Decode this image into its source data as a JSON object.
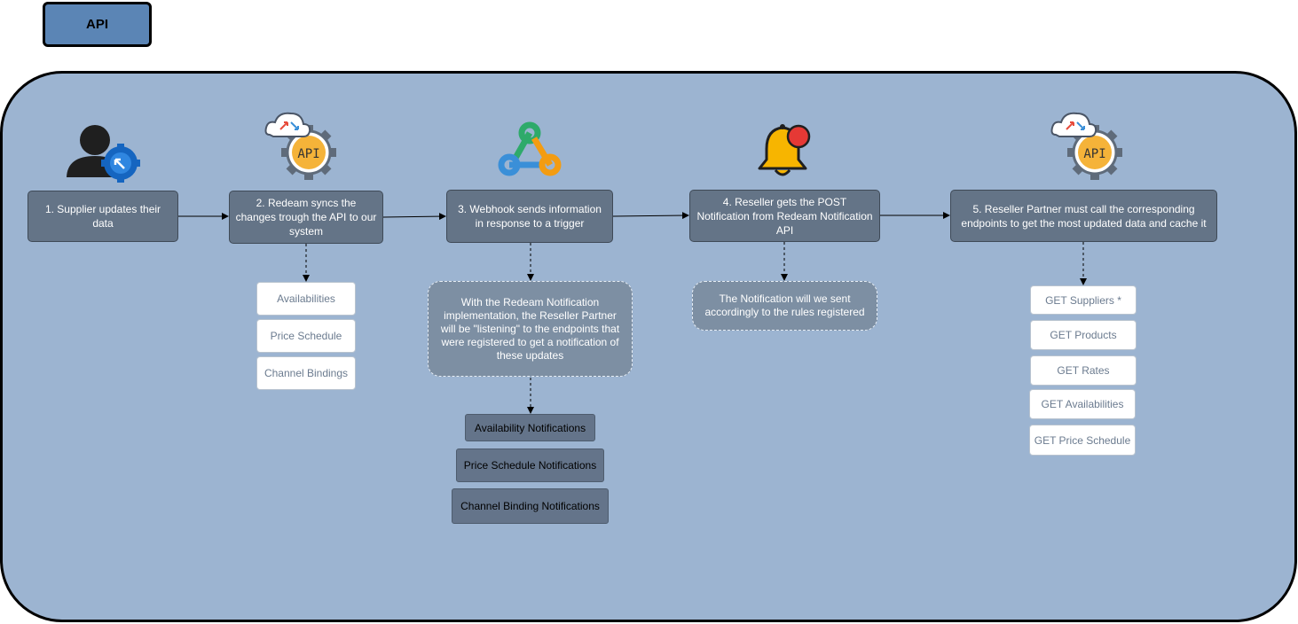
{
  "header": {
    "title": "API"
  },
  "steps": [
    {
      "label": "1. Supplier updates their data"
    },
    {
      "label": "2. Redeam syncs the changes trough the API to our system"
    },
    {
      "label": "3. Webhook sends information in response to a trigger"
    },
    {
      "label": "4. Reseller gets the POST Notification from Redeam Notification API"
    },
    {
      "label": "5. Reseller Partner must call the corresponding endpoints to get the most updated data and cache it"
    }
  ],
  "step2_items": [
    "Availabilities",
    "Price Schedule",
    "Channel Bindings"
  ],
  "step3_note": "With the Redeam Notification implementation, the Reseller Partner will be \"listening\" to the endpoints that were registered to get a notification of these updates",
  "step3_items": [
    "Availability Notifications",
    "Price Schedule Notifications",
    "Channel Binding Notifications"
  ],
  "step4_note": "The Notification will we sent accordingly to the rules registered",
  "step5_items": [
    "GET Suppliers *",
    "GET Products",
    "GET Rates",
    "GET Availabilities",
    "GET Price Schedule"
  ],
  "icons": {
    "api_label": "API",
    "supplier": "user-sync-icon",
    "api": "api-cloud-gear-icon",
    "webhook": "webhook-icon",
    "notification": "bell-notification-icon"
  },
  "colors": {
    "badge": "#5b85b5",
    "container": "#9cb4d1",
    "step_box": "#647487",
    "bell": "#f7b500",
    "bell_dot": "#e53935",
    "gear_blue": "#1565c0",
    "webhook_orange": "#f39c12",
    "webhook_blue": "#3a8fd8",
    "webhook_green": "#2eaa6a"
  }
}
